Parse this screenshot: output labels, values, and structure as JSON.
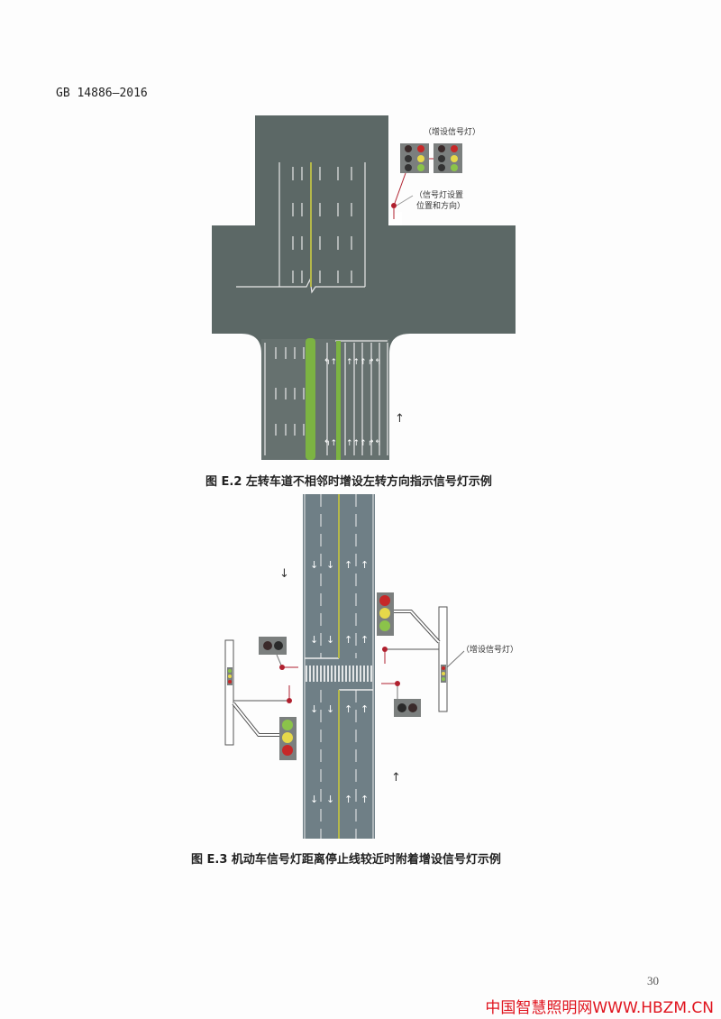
{
  "header": {
    "standard": "GB 14886—2016"
  },
  "figure_e2": {
    "caption": "图 E.2  左转车道不相邻时增设左转方向指示信号灯示例",
    "label_added": "（增设信号灯）",
    "label_position_line1": "（信号灯设置",
    "label_position_line2": "位置和方向）"
  },
  "figure_e3": {
    "caption": "图 E.3  机动车信号灯距离停止线较近时附着增设信号灯示例",
    "label_added": "（增设信号灯）"
  },
  "footer": {
    "page_number": "30",
    "watermark": "中国智慧照明网WWW.HBZM.CN"
  },
  "colors": {
    "road": "#5f6b6a",
    "median": "#7cb342",
    "signal_red": "#c62828",
    "signal_yellow": "#e6d84a",
    "signal_green": "#8bc34a",
    "marker": "#b0202e"
  }
}
